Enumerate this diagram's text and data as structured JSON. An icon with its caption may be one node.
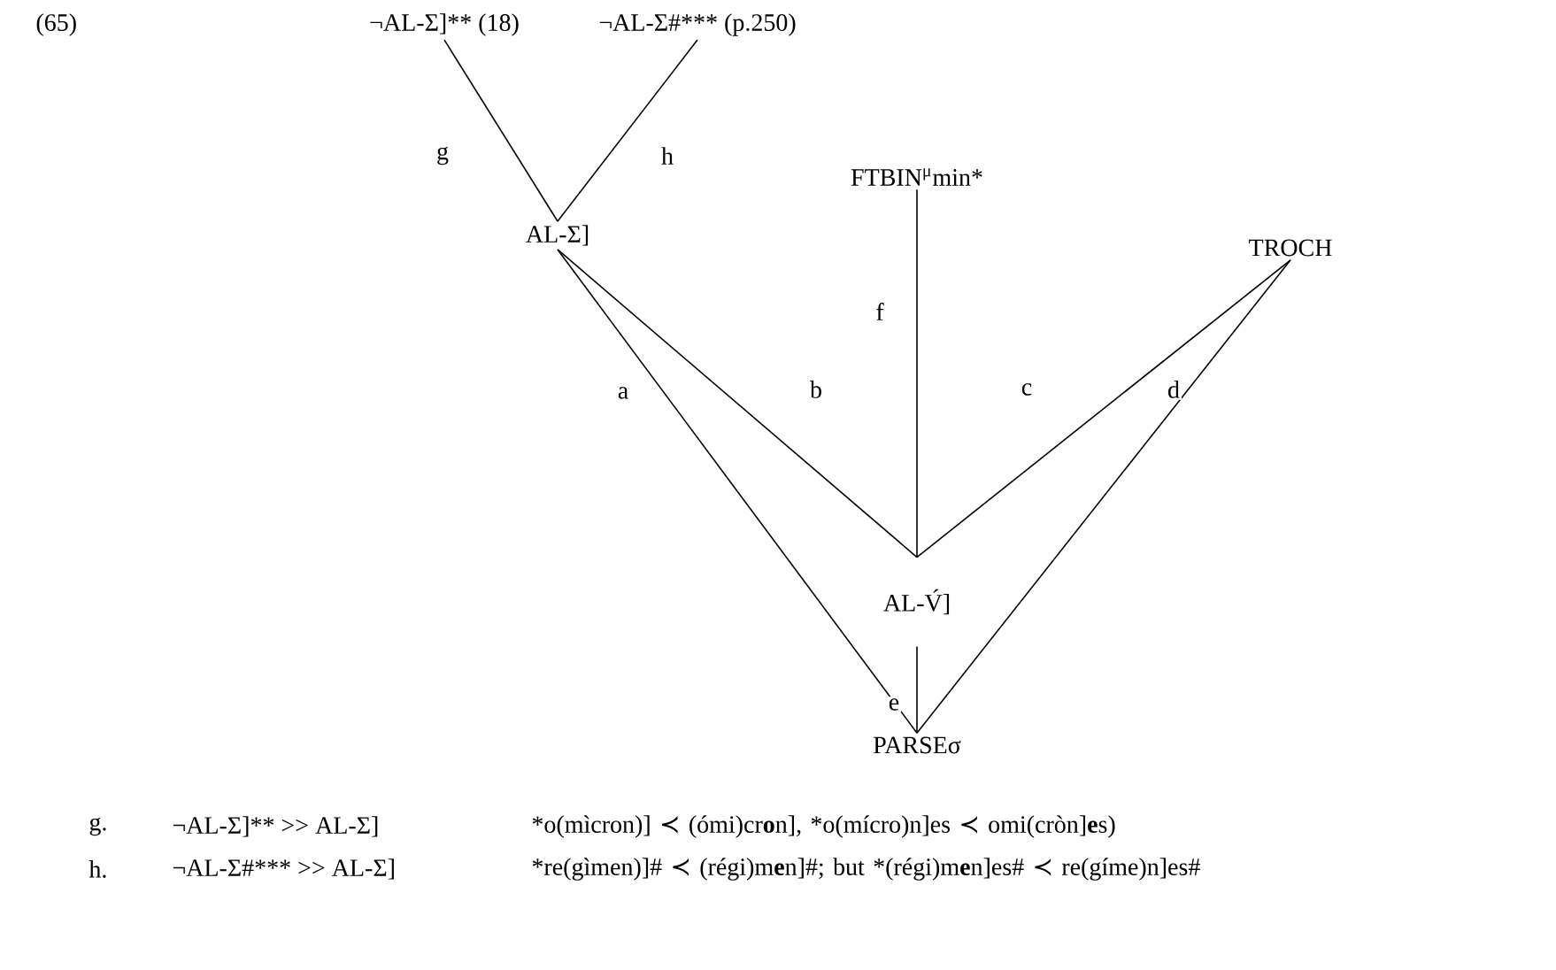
{
  "diagram": {
    "nodes": [
      {
        "text": [
          "¬AL-Σ]** (18)"
        ]
      },
      {
        "text": [
          "¬AL-Σ#*** (p.250)"
        ]
      },
      {
        "text": [
          "FTBIN$^{μ}$min*"
        ]
      },
      {
        "text": [
          "AL-Σ]"
        ]
      },
      {
        "text": [
          "TROCH"
        ]
      },
      {
        "text": [
          "AL-V́]"
        ]
      },
      {
        "text": [
          "PARSEσ"
        ]
      }
    ],
    "edges": [
      {
        "from": 0,
        "to": 3,
        "arrow": "none",
        "label": "g"
      },
      {
        "from": 1,
        "to": 3,
        "arrow": "none",
        "label": "h"
      },
      {
        "from": 2,
        "to": 5,
        "arrow": "none",
        "label": "f"
      },
      {
        "from": 3,
        "to": 6,
        "arrow": "none",
        "label": "a"
      },
      {
        "from": 3,
        "to": 5,
        "arrow": "none",
        "label": "b"
      },
      {
        "from": 4,
        "to": 5,
        "arrow": "none",
        "label": "c"
      },
      {
        "from": 4,
        "to": 6,
        "arrow": "none",
        "label": "d"
      },
      {
        "from": 5,
        "to": 6,
        "arrow": "none",
        "label": "e"
      }
    ],
    "labels": [
      "(65)",
      "g.",
      "¬AL-Σ]** >> AL-Σ]",
      "*o(mìcron)] ≺ (ómi)cr**o**n], *o(mícro)n]es ≺ omi(cròn]**e**s)",
      "h.",
      "¬AL-Σ#*** >> AL-Σ]",
      "*re(gìmen)]# ≺ (régi)m**e**n]#; but *(régi)m**e**n]es# ≺ re(gíme)n]es#"
    ]
  }
}
